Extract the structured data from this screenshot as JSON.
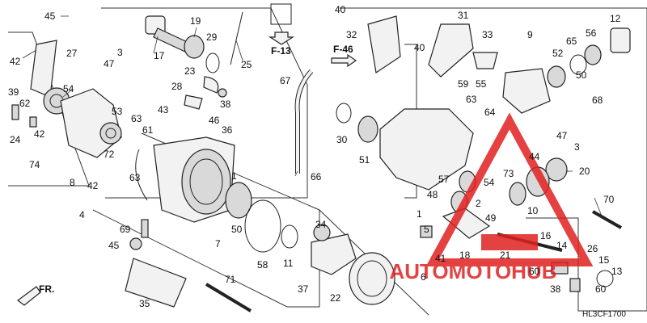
{
  "diagram": {
    "code": "HL3CF1700",
    "front_label": "FR.",
    "refs": [
      "F-13",
      "F-46"
    ],
    "watermark": {
      "text": "AUTOMOTOHUB",
      "color": "#e02020"
    },
    "callouts": [
      {
        "num": "45"
      },
      {
        "num": "42"
      },
      {
        "num": "27"
      },
      {
        "num": "39"
      },
      {
        "num": "62"
      },
      {
        "num": "42"
      },
      {
        "num": "24"
      },
      {
        "num": "74"
      },
      {
        "num": "54"
      },
      {
        "num": "3"
      },
      {
        "num": "47"
      },
      {
        "num": "53"
      },
      {
        "num": "63"
      },
      {
        "num": "61"
      },
      {
        "num": "72"
      },
      {
        "num": "63"
      },
      {
        "num": "43"
      },
      {
        "num": "8"
      },
      {
        "num": "42"
      },
      {
        "num": "4"
      },
      {
        "num": "17"
      },
      {
        "num": "19"
      },
      {
        "num": "29"
      },
      {
        "num": "23"
      },
      {
        "num": "28"
      },
      {
        "num": "25"
      },
      {
        "num": "38"
      },
      {
        "num": "46"
      },
      {
        "num": "36"
      },
      {
        "num": "1"
      },
      {
        "num": "67"
      },
      {
        "num": "32"
      },
      {
        "num": "40"
      },
      {
        "num": "40"
      },
      {
        "num": "31"
      },
      {
        "num": "33"
      },
      {
        "num": "9"
      },
      {
        "num": "12"
      },
      {
        "num": "56"
      },
      {
        "num": "65"
      },
      {
        "num": "52"
      },
      {
        "num": "50"
      },
      {
        "num": "59"
      },
      {
        "num": "55"
      },
      {
        "num": "68"
      },
      {
        "num": "64"
      },
      {
        "num": "63"
      },
      {
        "num": "47"
      },
      {
        "num": "3"
      },
      {
        "num": "30"
      },
      {
        "num": "51"
      },
      {
        "num": "66"
      },
      {
        "num": "73"
      },
      {
        "num": "20"
      },
      {
        "num": "54"
      },
      {
        "num": "57"
      },
      {
        "num": "48"
      },
      {
        "num": "2"
      },
      {
        "num": "10"
      },
      {
        "num": "70"
      },
      {
        "num": "49"
      },
      {
        "num": "1"
      },
      {
        "num": "5"
      },
      {
        "num": "7"
      },
      {
        "num": "50"
      },
      {
        "num": "69"
      },
      {
        "num": "45"
      },
      {
        "num": "58"
      },
      {
        "num": "11"
      },
      {
        "num": "34"
      },
      {
        "num": "35"
      },
      {
        "num": "71"
      },
      {
        "num": "37"
      },
      {
        "num": "22"
      },
      {
        "num": "6"
      },
      {
        "num": "41"
      },
      {
        "num": "18"
      },
      {
        "num": "21"
      },
      {
        "num": "16"
      },
      {
        "num": "60"
      },
      {
        "num": "14"
      },
      {
        "num": "26"
      },
      {
        "num": "15"
      },
      {
        "num": "13"
      },
      {
        "num": "38"
      },
      {
        "num": "60"
      },
      {
        "num": "44"
      }
    ]
  }
}
